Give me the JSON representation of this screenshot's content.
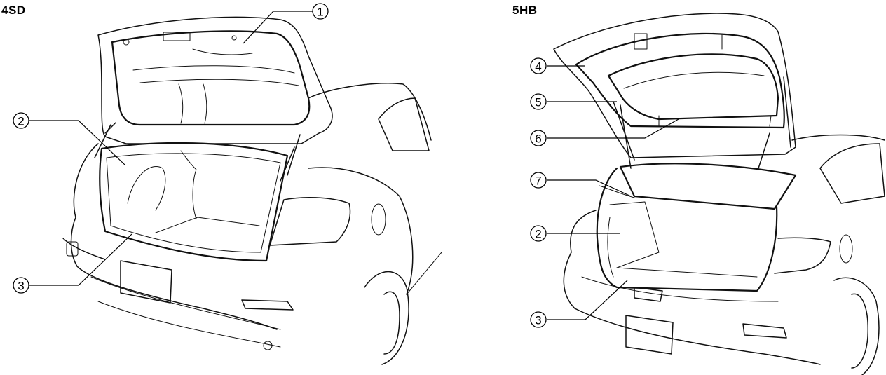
{
  "panels": {
    "left": {
      "title": "4SD"
    },
    "right": {
      "title": "5HB"
    }
  },
  "callouts": {
    "left": [
      "1",
      "2",
      "3"
    ],
    "right": [
      "4",
      "5",
      "6",
      "7",
      "2",
      "3"
    ]
  }
}
